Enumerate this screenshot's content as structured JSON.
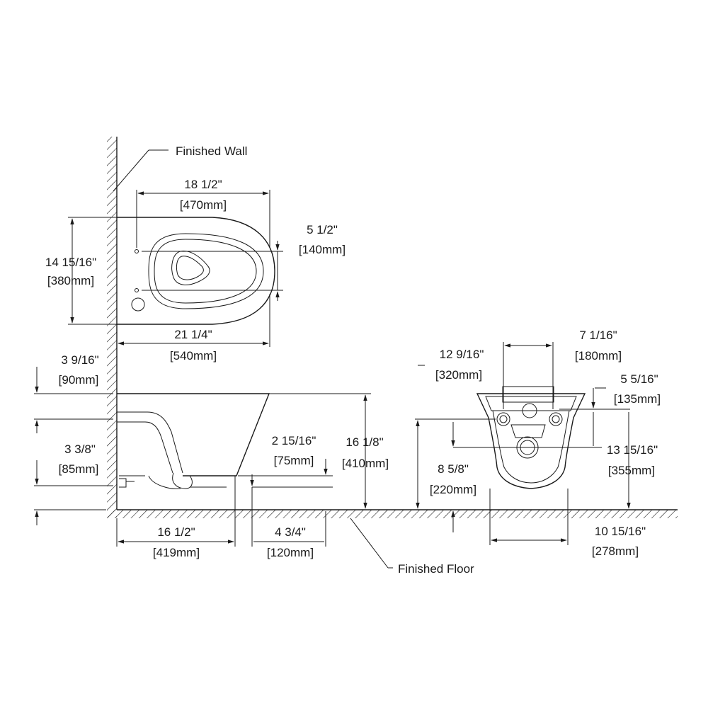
{
  "labels": {
    "finished_wall": "Finished Wall",
    "finished_floor": "Finished Floor"
  },
  "dims": {
    "bowl_length": {
      "inch": "18 1/2\"",
      "mm": "[470mm]"
    },
    "overall_length": {
      "inch": "21 1/4\"",
      "mm": "[540mm]"
    },
    "width": {
      "inch": "14 15/16\"",
      "mm": "[380mm]"
    },
    "bolt_spacing": {
      "inch": "5 1/2\"",
      "mm": "[140mm]"
    },
    "top_offset": {
      "inch": "3 9/16\"",
      "mm": "[90mm]"
    },
    "pipe_height": {
      "inch": "3 3/8\"",
      "mm": "[85mm]"
    },
    "drop": {
      "inch": "2 15/16\"",
      "mm": "[75mm]"
    },
    "rim_height": {
      "inch": "16 1/8\"",
      "mm": "[410mm]"
    },
    "projection": {
      "inch": "16 1/2\"",
      "mm": "[419mm]"
    },
    "base_offset": {
      "inch": "4 3/4\"",
      "mm": "[120mm]"
    },
    "top_height_front": {
      "inch": "12 9/16\"",
      "mm": "[320mm]"
    },
    "hole_spacing": {
      "inch": "7 1/16\"",
      "mm": "[180mm]"
    },
    "upper_hole": {
      "inch": "5 5/16\"",
      "mm": "[135mm]"
    },
    "lower_height": {
      "inch": "8 5/8\"",
      "mm": "[220mm]"
    },
    "outlet_height": {
      "inch": "13 15/16\"",
      "mm": "[355mm]"
    },
    "front_width": {
      "inch": "10 15/16\"",
      "mm": "[278mm]"
    }
  }
}
